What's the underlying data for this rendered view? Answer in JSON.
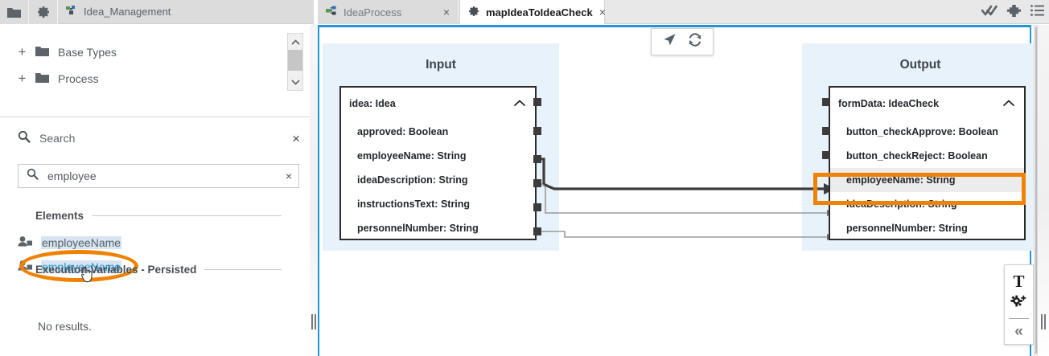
{
  "left_panel": {
    "toolbar": {
      "folder_icon": "folder-icon",
      "gear_icon": "gear-icon",
      "breadcrumb_icon": "project-icon",
      "breadcrumb_label": "Idea_Management"
    },
    "tree": [
      {
        "expander": "+",
        "icon": "folder-icon",
        "label": "Base Types"
      },
      {
        "expander": "+",
        "icon": "folder-icon",
        "label": "Process"
      }
    ],
    "search_panel": {
      "icon": "search-icon",
      "title": "Search",
      "close_label": "×",
      "input": {
        "icon": "search-icon",
        "value": "employee",
        "placeholder": "Search",
        "clear_label": "×"
      },
      "sections": [
        {
          "title": "Elements",
          "results": [
            {
              "icon": "variable-icon",
              "label": "employeeName",
              "selected": false
            },
            {
              "icon": "variable-icon",
              "label": "employeeName",
              "selected": true
            }
          ]
        },
        {
          "title": "Execution Variables - Persisted",
          "empty_text": "No results."
        }
      ]
    },
    "annotation": {
      "type": "ellipse",
      "color": "#ef8200",
      "target": "employeeName"
    }
  },
  "main": {
    "tabs": [
      {
        "icon": "process-icon",
        "label": "IdeaProcess",
        "close_label": "×",
        "active": false
      },
      {
        "icon": "gear-icon",
        "label": "mapIdeaToIdeaCheck",
        "close_label": "×",
        "active": true
      }
    ],
    "header_icons": [
      {
        "name": "double-check-icon"
      },
      {
        "name": "plugin-icon"
      },
      {
        "name": "list-icon"
      }
    ],
    "canvas_toolbar_top": [
      {
        "name": "pointer-icon"
      },
      {
        "name": "refresh-icon"
      }
    ],
    "canvas_toolbar_right": [
      {
        "name": "text-icon",
        "label": "T"
      },
      {
        "name": "add-gear-icon"
      },
      {
        "name": "collapse-icon",
        "label": "«"
      }
    ],
    "mapping": {
      "input": {
        "title": "Input",
        "node": {
          "header": "idea: Idea",
          "chevron": "chevron-up-icon",
          "fields": [
            "approved: Boolean",
            "employeeName: String",
            "ideaDescription: String",
            "instructionsText: String",
            "personnelNumber: String"
          ]
        }
      },
      "output": {
        "title": "Output",
        "node": {
          "header": "formData: IdeaCheck",
          "chevron": "chevron-up-icon",
          "fields": [
            "button_checkApprove: Boolean",
            "button_checkReject: Boolean",
            "employeeName: String",
            "ideaDescription: String",
            "personnelNumber: String"
          ],
          "highlighted_field": "employeeName: String"
        }
      },
      "connections": [
        {
          "from": "employeeName: String",
          "to": "employeeName: String",
          "style": "bold"
        },
        {
          "from": "ideaDescription: String",
          "to": "ideaDescription: String",
          "style": "thin"
        },
        {
          "from": "personnelNumber: String",
          "to": "personnelNumber: String",
          "style": "thin"
        }
      ],
      "annotation": {
        "type": "rectangle",
        "color": "#ef8200",
        "target": "employeeName: String"
      }
    }
  },
  "colors": {
    "accent": "#2196d6",
    "annotation": "#ef8200",
    "zone_bg": "#e8f2fa",
    "selected_text": "#2196d6"
  }
}
